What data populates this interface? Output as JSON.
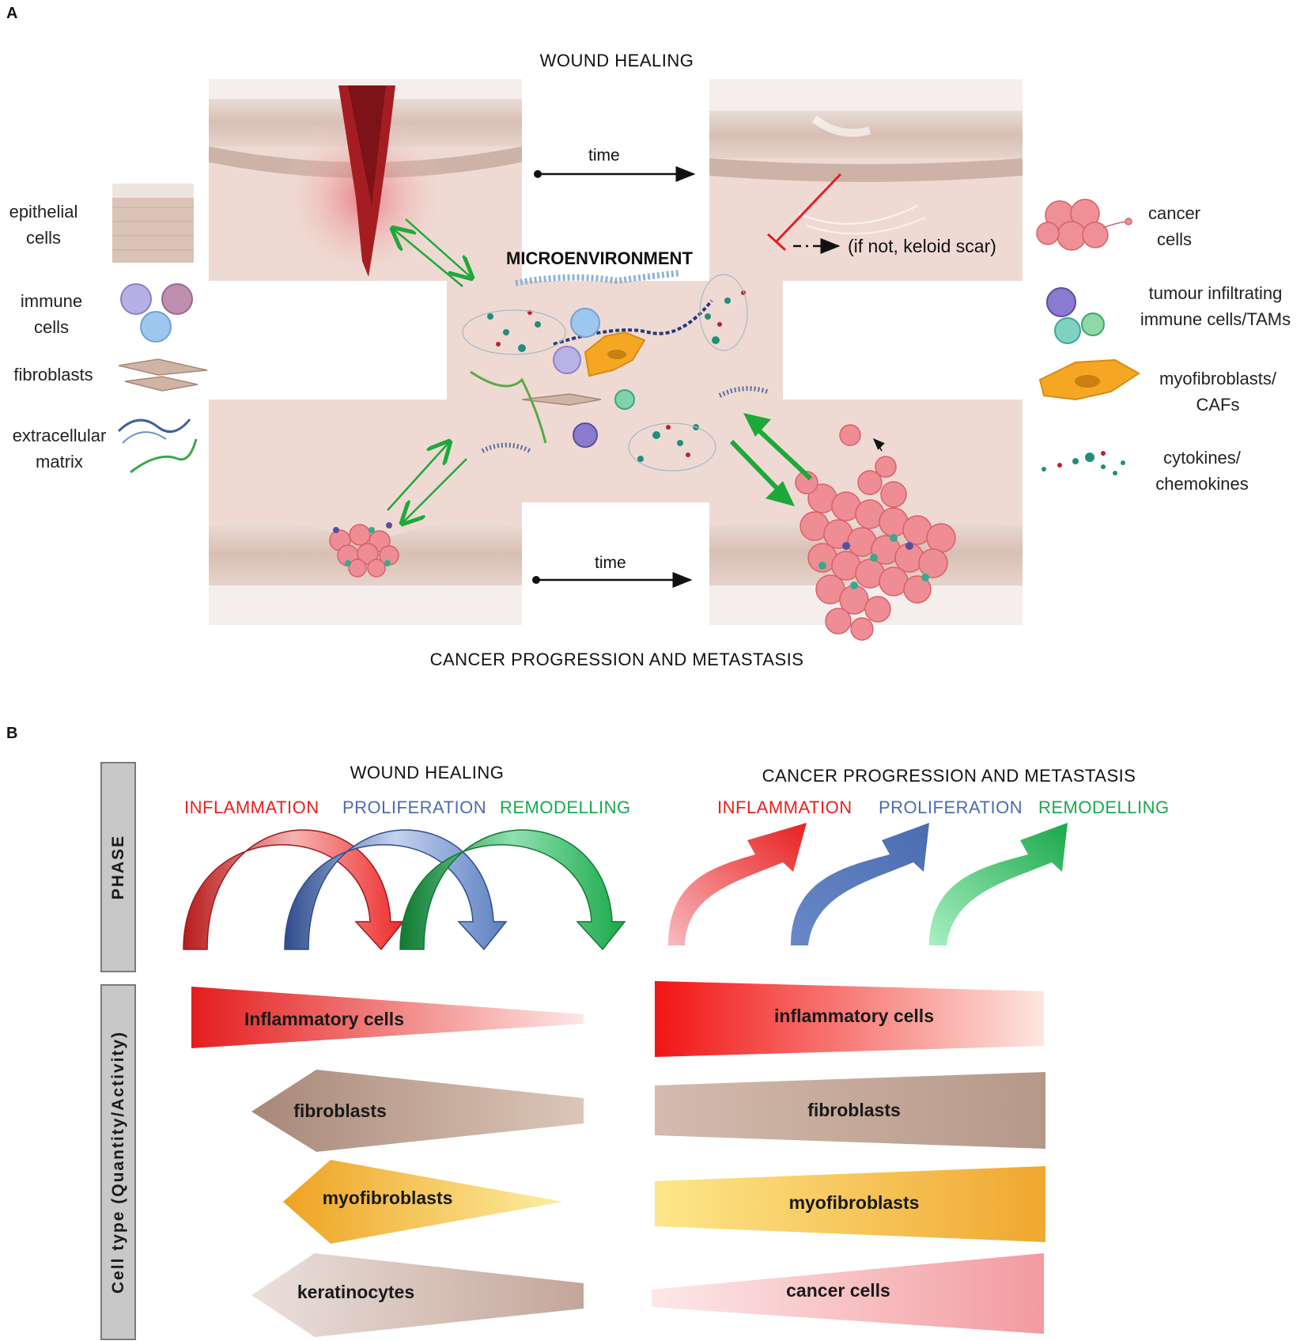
{
  "panel_a": {
    "letter": "A",
    "top_heading": "WOUND HEALING",
    "bottom_heading": "CANCER PROGRESSION AND METASTASIS",
    "center_label": "MICROENVIRONMENT",
    "time_top": "time",
    "time_bottom": "time",
    "keloid_note": "(if not, keloid scar)",
    "legend_left": [
      {
        "line1": "epithelial",
        "line2": "cells",
        "icon": "epithelium-icon"
      },
      {
        "line1": "immune",
        "line2": "cells",
        "icon": "immune-cells-icon"
      },
      {
        "line1": "fibroblasts",
        "line2": "",
        "icon": "fibroblast-icon"
      },
      {
        "line1": "extracellular",
        "line2": "matrix",
        "icon": "ecm-fiber-icon"
      }
    ],
    "legend_right": [
      {
        "line1": "cancer",
        "line2": "cells",
        "icon": "cancer-cell-icon"
      },
      {
        "line1": "tumour infiltrating",
        "line2": "immune cells/TAMs",
        "icon": "tam-icon"
      },
      {
        "line1": "myofibroblasts/",
        "line2": "CAFs",
        "icon": "myofibroblast-icon"
      },
      {
        "line1": "cytokines/",
        "line2": "chemokines",
        "icon": "cytokine-icon"
      }
    ]
  },
  "panel_b": {
    "letter": "B",
    "side_phase": "PHASE",
    "side_cell_type": "Cell type (Quantity/Activity)",
    "wound": {
      "heading": "WOUND HEALING",
      "phases": [
        "INFLAMMATION",
        "PROLIFERATION",
        "REMODELLING"
      ],
      "bars": [
        "Inflammatory cells",
        "fibroblasts",
        "myofibroblasts",
        "keratinocytes"
      ]
    },
    "cancer": {
      "heading": "CANCER PROGRESSION AND METASTASIS",
      "phases": [
        "INFLAMMATION",
        "PROLIFERATION",
        "REMODELLING"
      ],
      "bars": [
        "inflammatory cells",
        "fibroblasts",
        "myofibroblasts",
        "cancer cells"
      ]
    }
  },
  "colors": {
    "inflammation": "#e8201f",
    "proliferation": "#4a6db0",
    "remodelling": "#1aa84a",
    "tissue": "#f1dcd4",
    "wound": "#a51d23",
    "fibroblast": "#b89a88",
    "myofibroblast": "#f2b233",
    "keratinocyte": "#d1bbb2",
    "cancer_cell": "#ef8f96"
  }
}
